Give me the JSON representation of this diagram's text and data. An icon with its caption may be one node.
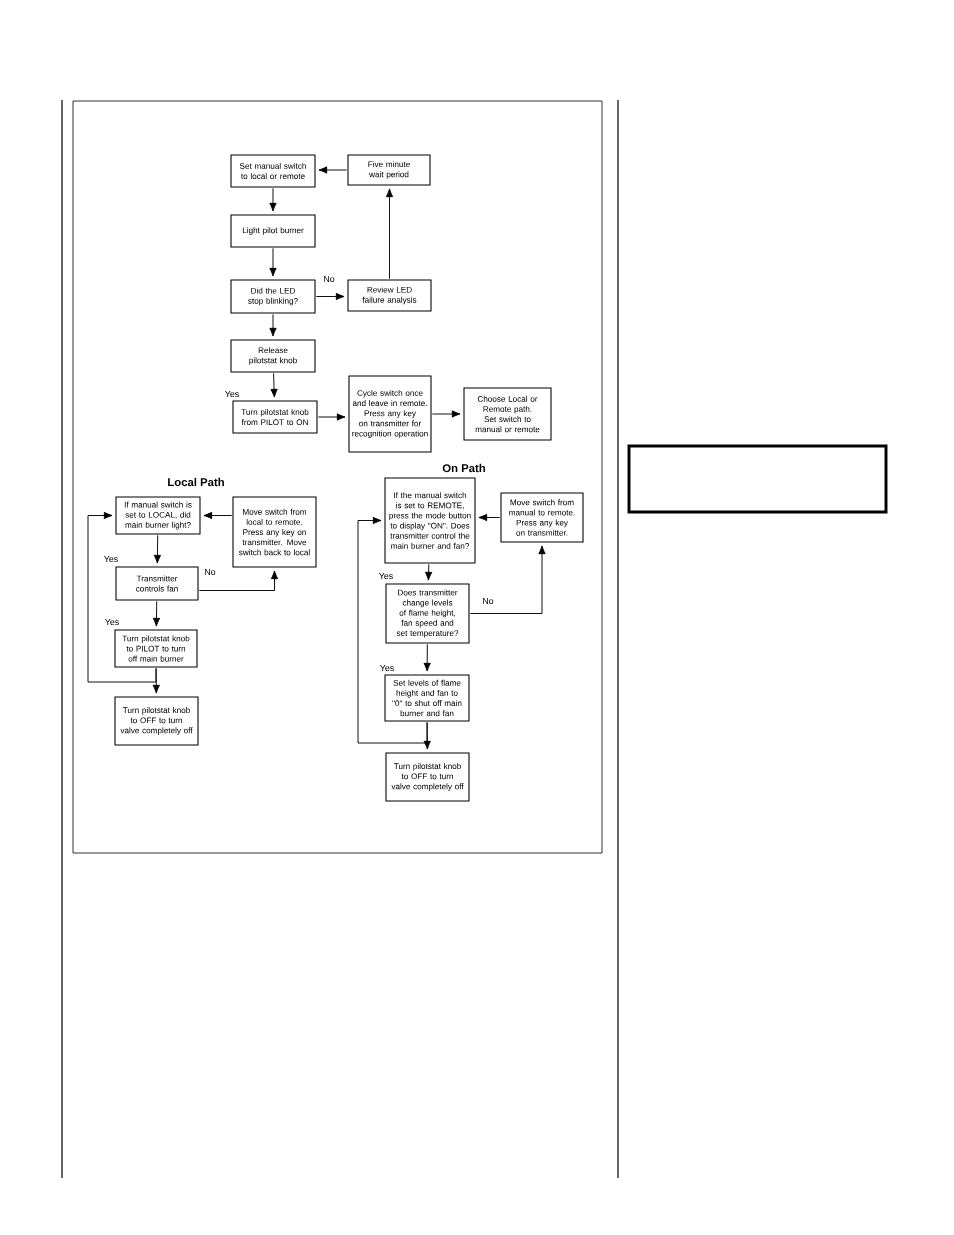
{
  "diagram": {
    "nodes": [
      {
        "text": [
          "Set manual switch to local or remote"
        ]
      },
      {
        "text": [
          "Five minute wait period"
        ]
      },
      {
        "text": [
          "Light pilot burner"
        ]
      },
      {
        "text": [
          "Did the LED stop blinking?"
        ]
      },
      {
        "text": [
          "Review LED failure analysis"
        ]
      },
      {
        "text": [
          "Release pilotstat knob"
        ]
      },
      {
        "text": [
          "Turn pilotstat knob from PILOT to ON"
        ]
      },
      {
        "text": [
          "Cycle switch once and leave in remote. Press any key on transmitter for recognition operation"
        ]
      },
      {
        "text": [
          "Choose Local or Remote path. Set switch to manual or remote"
        ]
      },
      {
        "text": [
          "If manual switch is set to LOCAL, did main burner light?"
        ]
      },
      {
        "text": [
          "Move switch from local to remote. Press any key on transmitter. Move switch back to local"
        ]
      },
      {
        "text": [
          "Transmitter controls fan"
        ]
      },
      {
        "text": [
          "Turn pilotstat knob to PILOT to turn off main burner"
        ]
      },
      {
        "text": [
          "Turn pilotstat knob to OFF to turn valve completely off"
        ]
      },
      {
        "text": [
          "If the manual switch is set to REMOTE, press the mode button to display \"ON\". Does transmitter control the main burner and fan?"
        ]
      },
      {
        "text": [
          "Move switch from manual to remote. Press any key on transmitter."
        ]
      },
      {
        "text": [
          "Does transmitter change levels of flame height, fan speed and set temperature?"
        ]
      },
      {
        "text": [
          "Set levels of flame height and fan to \"0\" to shut off main burner and fan"
        ]
      },
      {
        "text": [
          "Turn pilotstat knob to OFF to turn valve completely off"
        ]
      }
    ],
    "edges": [
      {
        "from": 0,
        "to": 2,
        "arrow": "to"
      },
      {
        "from": 2,
        "to": 3,
        "arrow": "to"
      },
      {
        "from": 3,
        "to": 4,
        "arrow": "to",
        "label": "No"
      },
      {
        "from": 4,
        "to": 1,
        "arrow": "to"
      },
      {
        "from": 1,
        "to": 0,
        "arrow": "to"
      },
      {
        "from": 3,
        "to": 5,
        "arrow": "to"
      },
      {
        "from": 5,
        "to": 6,
        "arrow": "to",
        "label": "Yes"
      },
      {
        "from": 6,
        "to": 7,
        "arrow": "to"
      },
      {
        "from": 7,
        "to": 8,
        "arrow": "to"
      },
      {
        "from": 9,
        "to": 11,
        "arrow": "to",
        "label": "Yes"
      },
      {
        "from": 11,
        "to": 10,
        "arrow": "to",
        "label": "No"
      },
      {
        "from": 10,
        "to": 9,
        "arrow": "to"
      },
      {
        "from": 11,
        "to": 12,
        "arrow": "to",
        "label": "Yes"
      },
      {
        "from": 12,
        "to": 13,
        "arrow": "to"
      },
      {
        "from": 12,
        "to": 9,
        "arrow": "to"
      },
      {
        "from": 14,
        "to": 16,
        "arrow": "to",
        "label": "Yes"
      },
      {
        "from": 16,
        "to": 15,
        "arrow": "to",
        "label": "No"
      },
      {
        "from": 15,
        "to": 14,
        "arrow": "to"
      },
      {
        "from": 16,
        "to": 17,
        "arrow": "to",
        "label": "Yes"
      },
      {
        "from": 17,
        "to": 18,
        "arrow": "to"
      },
      {
        "from": 17,
        "to": 14,
        "arrow": "to"
      }
    ],
    "labels": [
      "Local Path",
      "On Path"
    ]
  }
}
